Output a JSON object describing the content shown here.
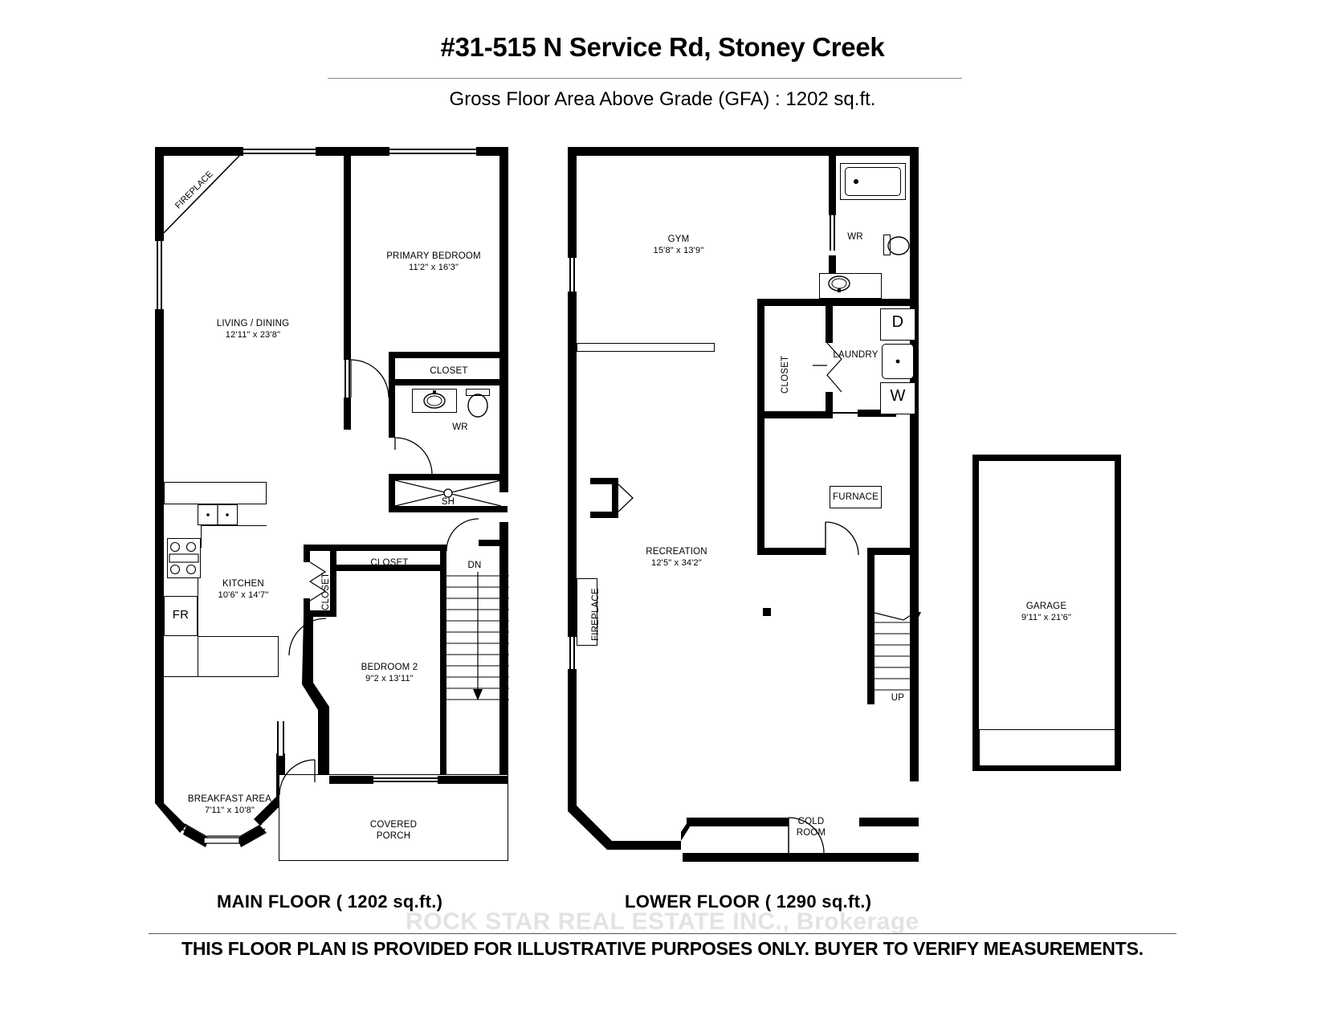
{
  "header": {
    "title": "#31-515 N Service Rd, Stoney Creek",
    "subtitle": "Gross Floor Area Above Grade  (GFA) : 1202 sq.ft."
  },
  "footer": {
    "main_floor_label": "MAIN FLOOR ( 1202 sq.ft.)",
    "lower_floor_label": "LOWER FLOOR ( 1290 sq.ft.)",
    "watermark": "ROCK STAR REAL ESTATE INC., Brokerage",
    "disclaimer": "THIS FLOOR PLAN IS PROVIDED FOR ILLUSTRATIVE PURPOSES ONLY. BUYER TO VERIFY MEASUREMENTS."
  },
  "main_floor": {
    "name": "MAIN FLOOR",
    "area": "1202 sq.ft.",
    "rooms": [
      {
        "name": "FIREPLACE",
        "dims": ""
      },
      {
        "name": "LIVING / DINING",
        "dims": "12'11\" x 23'8\""
      },
      {
        "name": "PRIMARY BEDROOM",
        "dims": "11'2\" x 16'3\""
      },
      {
        "name": "CLOSET",
        "dims": ""
      },
      {
        "name": "WR",
        "dims": ""
      },
      {
        "name": "SH",
        "dims": ""
      },
      {
        "name": "KITCHEN",
        "dims": "10'6\" x 14'7\""
      },
      {
        "name": "FR",
        "dims": ""
      },
      {
        "name": "CLOSET",
        "dims": ""
      },
      {
        "name": "CLOSET",
        "dims": ""
      },
      {
        "name": "DN",
        "dims": ""
      },
      {
        "name": "BEDROOM 2",
        "dims": "9\"2 x 13'11\""
      },
      {
        "name": "BREAKFAST AREA",
        "dims": "7'11\" x 10'8\""
      },
      {
        "name": "COVERED PORCH",
        "dims": ""
      }
    ],
    "labels": {
      "fireplace": "FIREPLACE",
      "living_dining": "LIVING / DINING",
      "living_dining_dims": "12'11\" x 23'8\"",
      "primary_bedroom": "PRIMARY BEDROOM",
      "primary_bedroom_dims": "11'2\" x 16'3\"",
      "closet_primary": "CLOSET",
      "wr": "WR",
      "sh": "SH",
      "kitchen": "KITCHEN",
      "kitchen_dims": "10'6\" x 14'7\"",
      "fridge": "FR",
      "closet_hall_v": "CLOSET",
      "closet_bed2": "CLOSET",
      "stairs_down": "DN",
      "bedroom2": "BEDROOM 2",
      "bedroom2_dims": "9\"2 x 13'11\"",
      "breakfast": "BREAKFAST AREA",
      "breakfast_dims": "7'11\" x 10'8\"",
      "porch_1": "COVERED",
      "porch_2": "PORCH"
    }
  },
  "lower_floor": {
    "name": "LOWER FLOOR",
    "area": "1290 sq.ft.",
    "rooms": [
      {
        "name": "GYM",
        "dims": "15'8\" x 13'9\""
      },
      {
        "name": "WR",
        "dims": ""
      },
      {
        "name": "CLOSET",
        "dims": ""
      },
      {
        "name": "LAUNDRY",
        "dims": ""
      },
      {
        "name": "D",
        "dims": ""
      },
      {
        "name": "W",
        "dims": ""
      },
      {
        "name": "FURNACE",
        "dims": ""
      },
      {
        "name": "FIREPLACE",
        "dims": ""
      },
      {
        "name": "RECREATION",
        "dims": "12'5\" x 34'2\""
      },
      {
        "name": "UP",
        "dims": ""
      },
      {
        "name": "COLD ROOM",
        "dims": ""
      }
    ],
    "labels": {
      "gym": "GYM",
      "gym_dims": "15'8\" x 13'9\"",
      "wr": "WR",
      "closet_v": "CLOSET",
      "laundry": "LAUNDRY",
      "dryer": "D",
      "washer": "W",
      "furnace": "FURNACE",
      "fireplace_v": "FIREPLACE",
      "recreation": "RECREATION",
      "recreation_dims": "12'5\" x 34'2\"",
      "stairs_up": "UP",
      "cold_1": "COLD",
      "cold_2": "ROOM"
    }
  },
  "garage": {
    "label": "GARAGE",
    "dims": "9'11\" x 21'6\""
  },
  "colors": {
    "wall": "#000000",
    "background": "#ffffff",
    "watermark": "#e3e3e3",
    "rule": "#555555"
  }
}
